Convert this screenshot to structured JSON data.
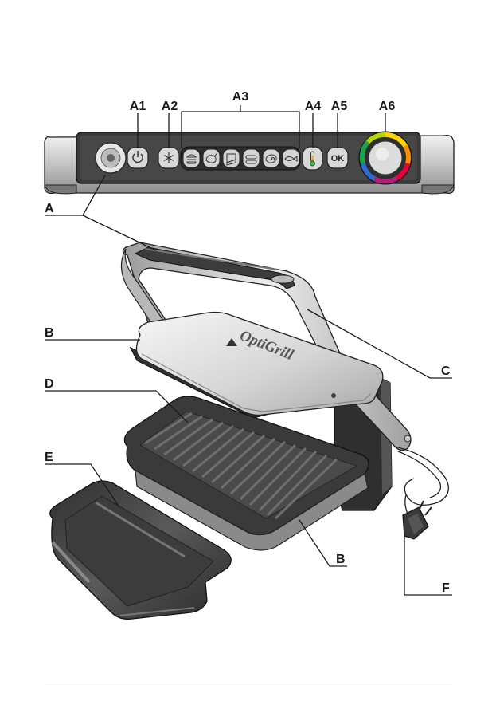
{
  "labels": {
    "a1": "A1",
    "a2": "A2",
    "a3": "A3",
    "a4": "A4",
    "a5": "A5",
    "a6": "A6",
    "a": "A",
    "b_top": "B",
    "b_bottom": "B",
    "c": "C",
    "d": "D",
    "e": "E",
    "f": "F"
  },
  "panel": {
    "ok_button": "OK"
  },
  "brand": "OptiGrill",
  "colors": {
    "panel_dark": "#3a3a3a",
    "steel": "#c8c8c8",
    "plate_dark": "#3c3c3c",
    "outline": "#222222"
  },
  "icons": [
    "power-icon",
    "snowflake-icon",
    "burger-icon",
    "poultry-icon",
    "sandwich-icon",
    "sausage-icon",
    "meat-icon",
    "fish-icon",
    "thermometer-icon",
    "color-ring-icon"
  ]
}
